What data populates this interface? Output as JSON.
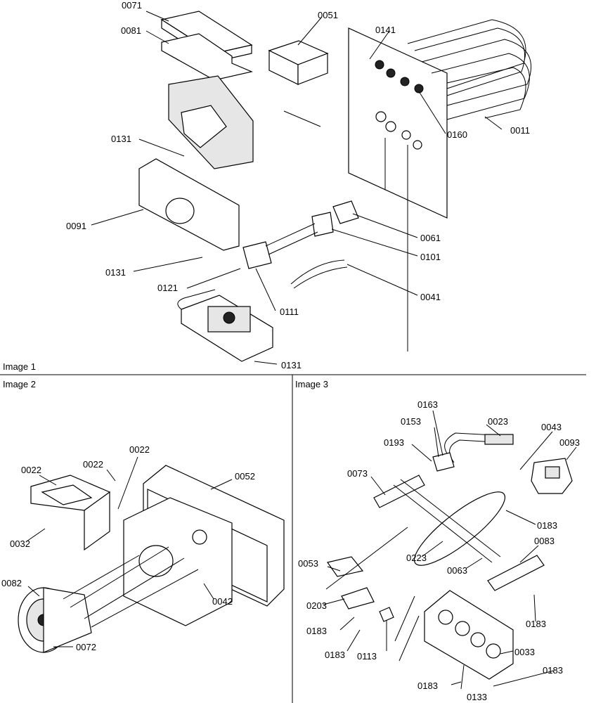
{
  "panels": [
    {
      "title": "Image 1"
    },
    {
      "title": "Image 2"
    },
    {
      "title": "Image 3"
    }
  ],
  "image1_labels": [
    "0071",
    "0051",
    "0141",
    "0081",
    "0011",
    "0160",
    "0131",
    "0091",
    "0061",
    "0101",
    "0131",
    "0121",
    "0041",
    "0111",
    "0131"
  ],
  "image2_labels": [
    "0022",
    "0022",
    "0022",
    "0052",
    "0032",
    "0082",
    "0042",
    "0072"
  ],
  "image3_labels": [
    "0163",
    "0023",
    "0153",
    "0043",
    "0093",
    "0193",
    "0073",
    "0183",
    "0083",
    "0223",
    "0063",
    "0053",
    "0203",
    "0183",
    "0183",
    "0113",
    "0033",
    "0183",
    "0183",
    "0133"
  ]
}
